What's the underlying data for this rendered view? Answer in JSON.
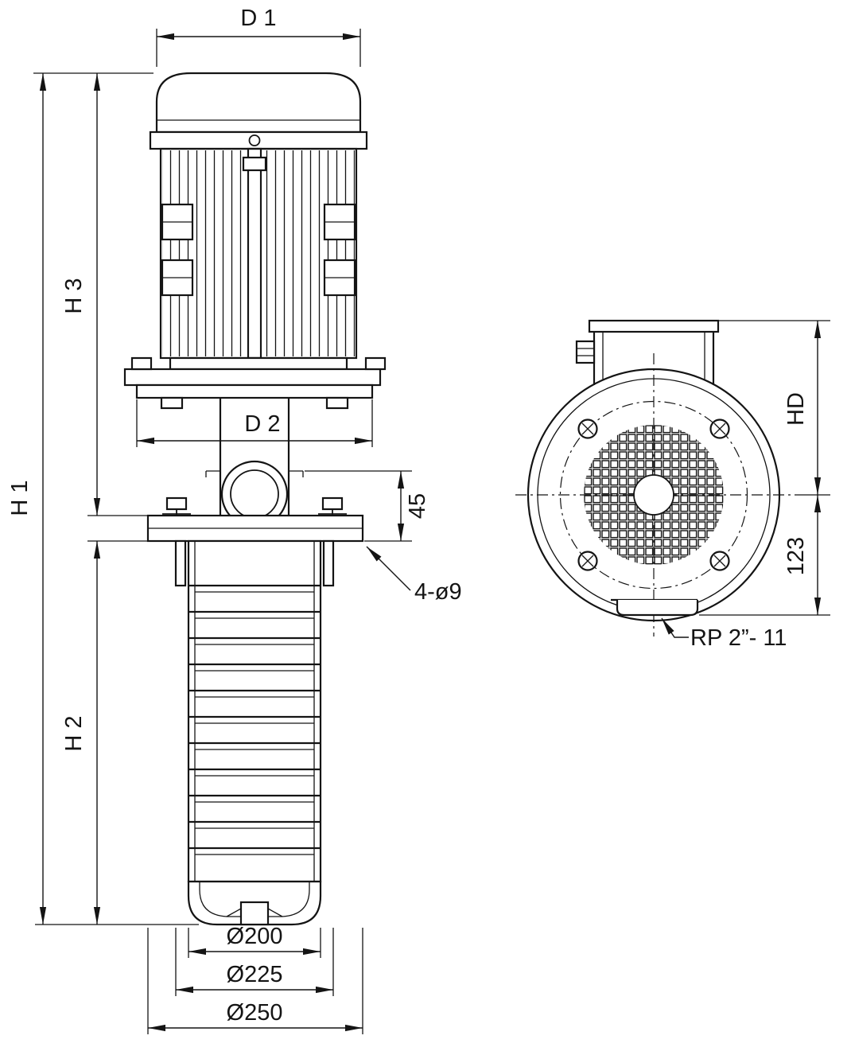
{
  "colors": {
    "line": "#141414",
    "background": "#ffffff"
  },
  "labels": {
    "d1": "D 1",
    "d2": "D 2",
    "h1": "H 1",
    "h2": "H 2",
    "h3": "H 3",
    "port_height": "45",
    "mounting_holes": "4-ø9",
    "dia_pump": "Ø200",
    "dia_collar": "Ø225",
    "dia_flange": "Ø250",
    "hd": "HD",
    "center_to_bottom": "123",
    "thread": "RP 2”- 11"
  }
}
